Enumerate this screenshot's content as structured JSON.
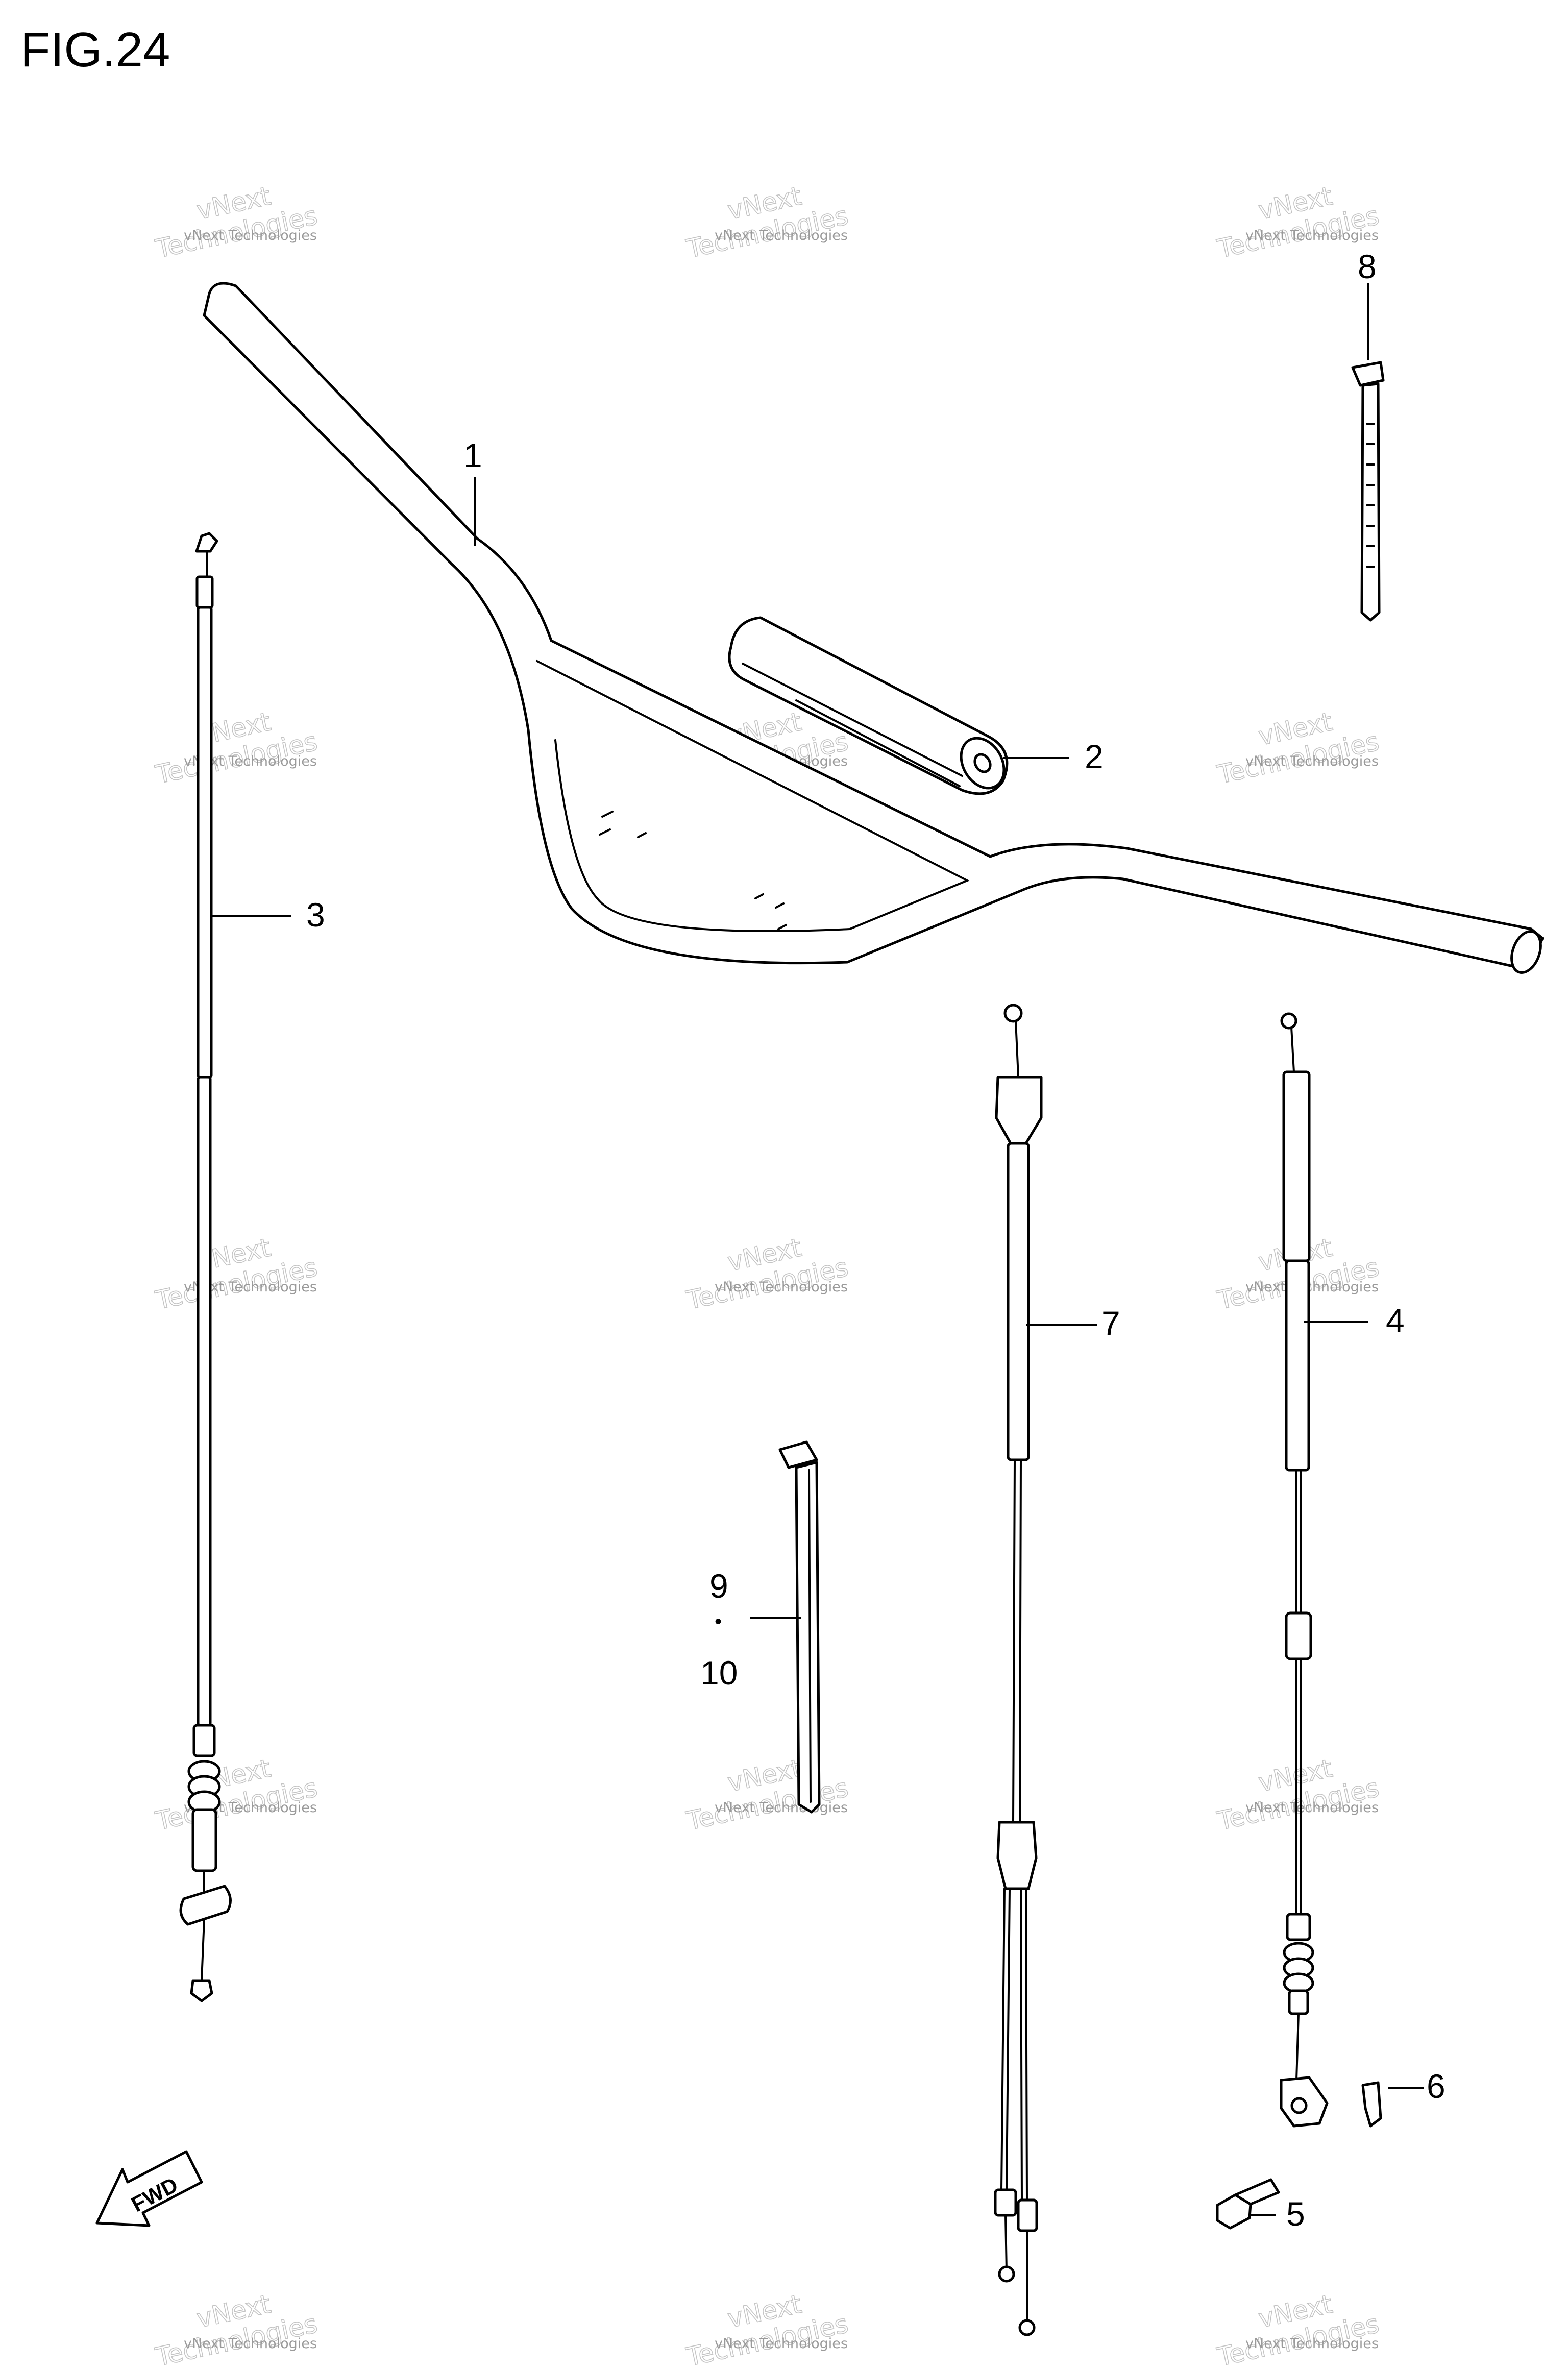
{
  "figure": {
    "title": "FIG.24"
  },
  "callouts": {
    "c1": "1",
    "c2": "2",
    "c3": "3",
    "c4": "4",
    "c5": "5",
    "c6": "6",
    "c7": "7",
    "c8": "8",
    "c9": "9",
    "c9_sep": "•",
    "c10": "10"
  },
  "fwd_label": "FWD",
  "watermark": {
    "line1": "vNext Technologies",
    "line2": "vNext",
    "line3": "Technologies"
  },
  "colors": {
    "ink": "#000000",
    "paper": "#ffffff",
    "watermark": "#9a9a9a"
  }
}
